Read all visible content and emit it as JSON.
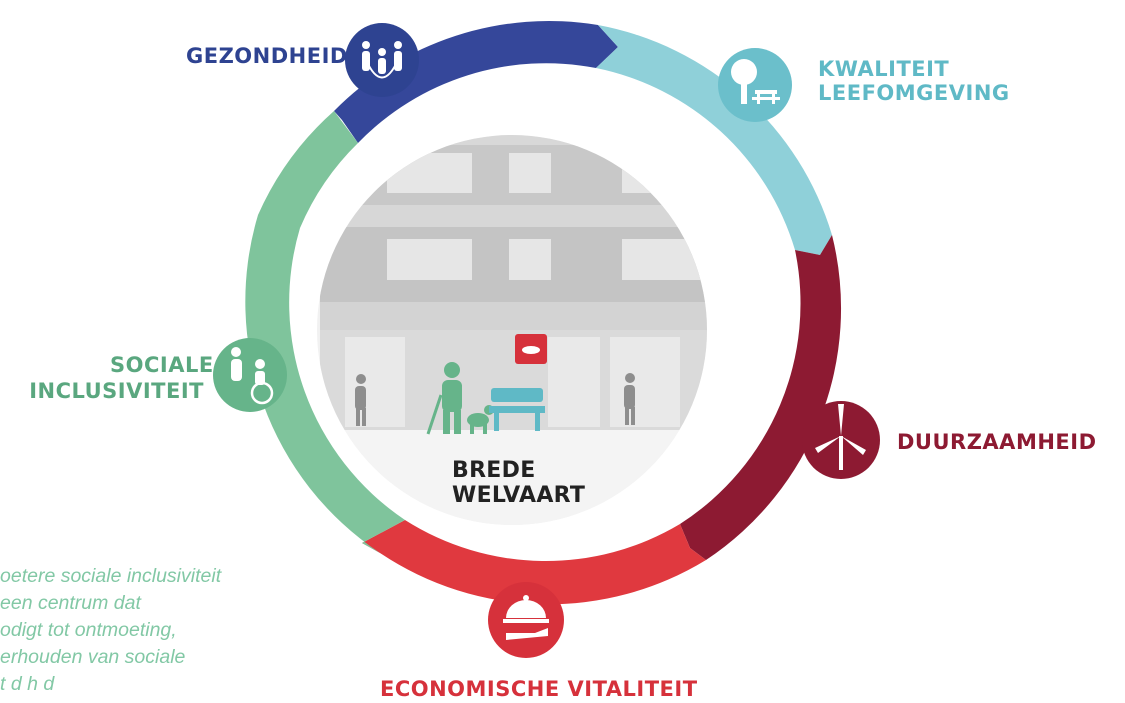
{
  "center": {
    "title": "BREDE WELVAART"
  },
  "segments": [
    {
      "id": "gezondheid",
      "label": "GEZONDHEID",
      "color": "#2e4391",
      "icon": "jump-rope-icon"
    },
    {
      "id": "kwaliteit",
      "label_lines": [
        "KWALITEIT",
        "LEEFOMGEVING"
      ],
      "color": "#6bbfcb",
      "icon": "tree-bench-icon"
    },
    {
      "id": "duurzaamheid",
      "label": "DUURZAAMHEID",
      "color": "#8d1a32",
      "icon": "wind-turbine-icon"
    },
    {
      "id": "economische",
      "label": "ECONOMISCHE VITALITEIT",
      "color": "#d6313b",
      "icon": "serving-tray-icon"
    },
    {
      "id": "sociale",
      "label_lines": [
        "SOCIALE",
        "INCLUSIVITEIT"
      ],
      "color": "#66b48a",
      "icon": "wheelchair-assist-icon"
    }
  ],
  "side_text": {
    "lines": [
      "oetere sociale inclusiviteit",
      " een centrum dat",
      "odigt tot ontmoeting,",
      "erhouden van sociale",
      "   t         d     h      d"
    ]
  }
}
